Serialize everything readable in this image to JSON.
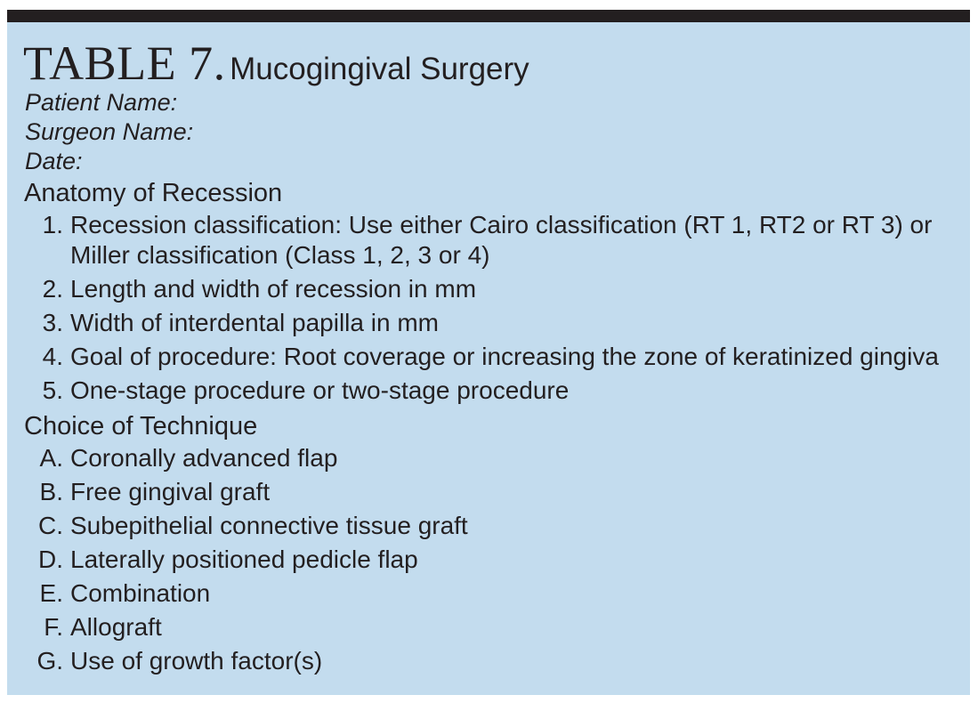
{
  "table": {
    "number": "TABLE 7.",
    "title": "Mucogingival Surgery"
  },
  "header_fields": [
    {
      "label": "Patient Name:"
    },
    {
      "label": "Surgeon Name:"
    },
    {
      "label": "Date:"
    }
  ],
  "anatomy_section": {
    "heading": "Anatomy of Recession",
    "items": [
      {
        "marker": "1.",
        "text": "Recession classification: Use either Cairo classification (RT 1, RT2 or RT 3) or Miller classification (Class 1, 2, 3 or 4)"
      },
      {
        "marker": "2.",
        "text": "Length and width of recession in mm"
      },
      {
        "marker": "3.",
        "text": "Width of interdental papilla in mm"
      },
      {
        "marker": "4.",
        "text": "Goal of procedure: Root coverage or increasing the zone of keratinized gingiva"
      },
      {
        "marker": "5.",
        "text": "One-stage procedure or two-stage procedure"
      }
    ]
  },
  "technique_section": {
    "heading": "Choice of Technique",
    "items": [
      {
        "marker": "A.",
        "text": "Coronally advanced flap"
      },
      {
        "marker": "B.",
        "text": "Free gingival graft"
      },
      {
        "marker": "C.",
        "text": "Subepithelial connective tissue graft"
      },
      {
        "marker": "D.",
        "text": "Laterally positioned pedicle flap"
      },
      {
        "marker": "E.",
        "text": "Combination"
      },
      {
        "marker": "F.",
        "text": "Allograft"
      },
      {
        "marker": "G.",
        "text": "Use of growth factor(s)"
      }
    ]
  },
  "colors": {
    "background": "#c3dcee",
    "top_rule": "#231f20",
    "text": "#231f20"
  }
}
